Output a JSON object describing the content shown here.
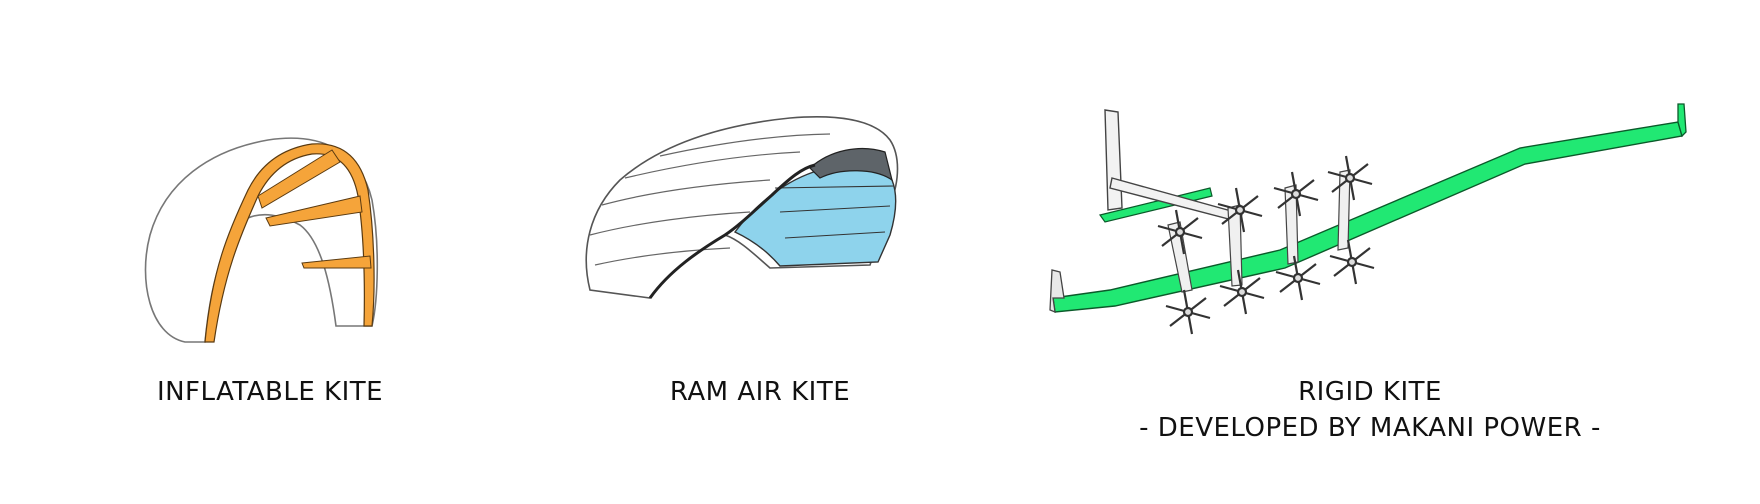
{
  "captions": {
    "inflatable": "INFLATABLE KITE",
    "ram_air": "RAM AIR KITE",
    "rigid_line1": "RIGID KITE",
    "rigid_line2": "- DEVELOPED BY MAKANI POWER -"
  },
  "colors": {
    "inflatable_struts": "#F5A43A",
    "ram_air_cells": "#8ED3EC",
    "ram_air_inlet": "#5E6469",
    "rigid_wing": "#21E873",
    "outline": "#444444"
  }
}
